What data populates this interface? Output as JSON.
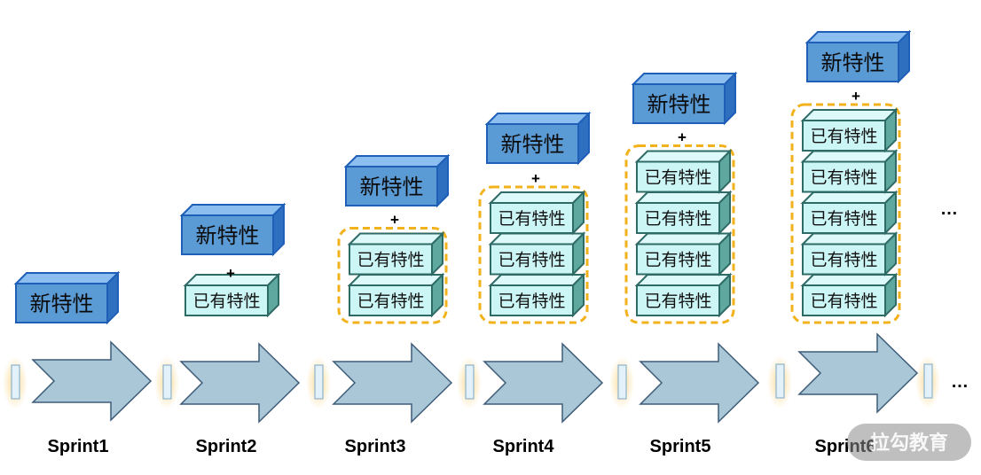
{
  "diagram": {
    "new_feature_label": "新特性",
    "existing_feature_label": "已有特性",
    "plus": "+",
    "ellipsis": "…",
    "sprints": [
      {
        "label": "Sprint1",
        "existing_count": 0
      },
      {
        "label": "Sprint2",
        "existing_count": 1
      },
      {
        "label": "Sprint3",
        "existing_count": 2
      },
      {
        "label": "Sprint4",
        "existing_count": 3
      },
      {
        "label": "Sprint5",
        "existing_count": 4
      },
      {
        "label": "Sprint6",
        "existing_count": 5
      }
    ]
  },
  "watermark": {
    "text": "拉勾教育"
  },
  "colors": {
    "new_box_front": "#5B9BD5",
    "new_box_top": "#8CBEF0",
    "new_box_side": "#2E6FC0",
    "new_box_border": "#1F5FB8",
    "old_box_front": "#CCF5F5",
    "old_box_top": "#DDF9F9",
    "old_box_side": "#5FA8A0",
    "old_box_border": "#2F6B66",
    "dashed_group": "#F2B21C",
    "arrow_fill": "#A9C7D6",
    "arrow_stroke": "#3E5C78",
    "separator_fill": "#E3F2FA",
    "separator_stroke": "#8FB3C9",
    "separator_glow": "#FBD78A"
  }
}
